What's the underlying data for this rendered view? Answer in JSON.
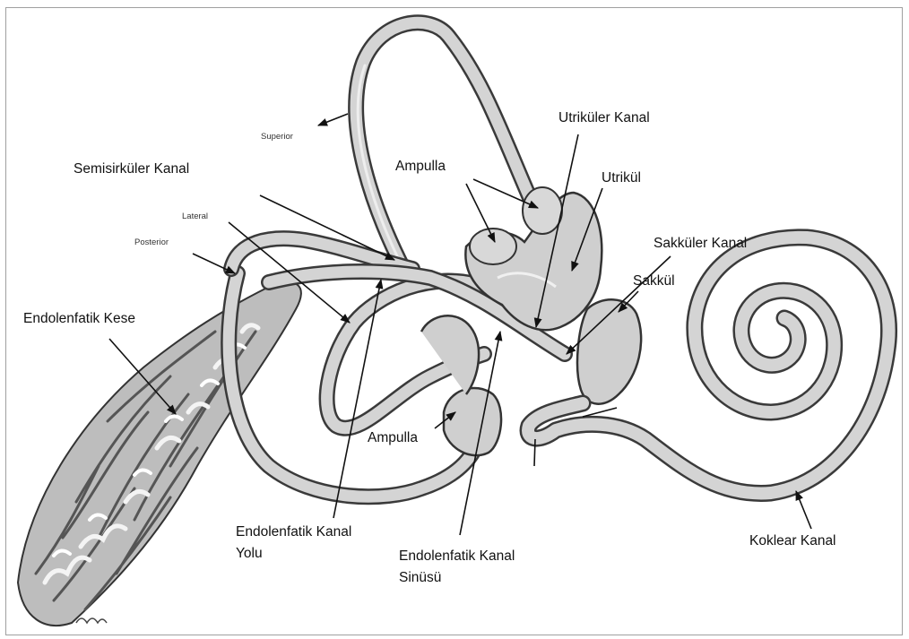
{
  "colors": {
    "duct_fill": "#cfcfcf",
    "duct_edge": "#3a3a3a",
    "text": "#111111"
  },
  "labels": {
    "superior": "Superior",
    "lateral": "Lateral",
    "posterior": "Posterior",
    "semisirkuler": "Semisirküler Kanal",
    "ampulla_top": "Ampulla",
    "utrikuler_kanal": "Utriküler Kanal",
    "utrikul": "Utrikül",
    "sakkuler_kanal": "Sakküler Kanal",
    "sakkul": "Sakkül",
    "endolenfatik_kese": "Endolenfatik Kese",
    "ampulla_bottom": "Ampulla",
    "kanal_yolu_1": "Endolenfatik Kanal",
    "kanal_yolu_2": "Yolu",
    "kanal_sinusu_1": "Endolenfatik Kanal",
    "kanal_sinusu_2": "Sinüsü",
    "koklear": "Koklear Kanal"
  }
}
